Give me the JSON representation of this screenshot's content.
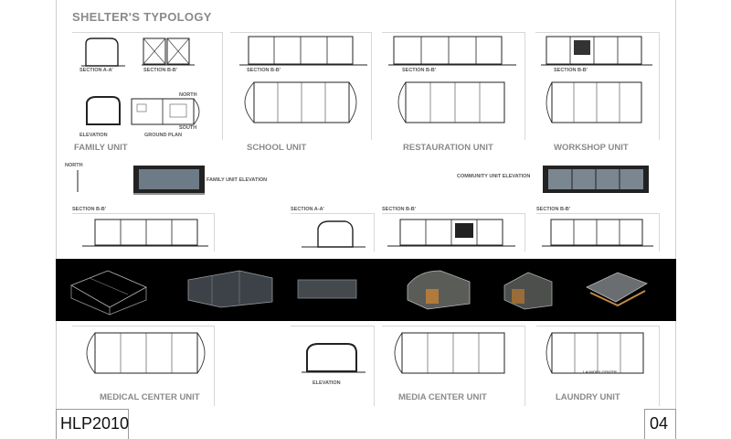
{
  "title": "SHELTER'S TYPOLOGY",
  "units": {
    "family": "FAMILY UNIT",
    "school": "SCHOOL UNIT",
    "restauration": "RESTAURATION UNIT",
    "workshop": "WORKSHOP UNIT",
    "medical": "MEDICAL CENTER UNIT",
    "media": "MEDIA CENTER UNIT",
    "laundry": "LAUNDRY UNIT"
  },
  "labels": {
    "section_aa": "SECTION A-A'",
    "section_bb": "SECTION B-B'",
    "elevation_upper": "ELEVATION",
    "elevation": "ELEVATION",
    "ground_plan": "GROUND PLAN",
    "north_small": "NORTH",
    "south_small": "SOUTH",
    "north": "NORTH",
    "family_unit_elevation": "FAMILY UNIT ELEVATION",
    "community_unit_elevation": "COMMUNITY UNIT ELEVATION",
    "laundry_center": "LAUNDRY CENTER"
  },
  "footer": {
    "left": "HLP2010",
    "right": "04"
  }
}
